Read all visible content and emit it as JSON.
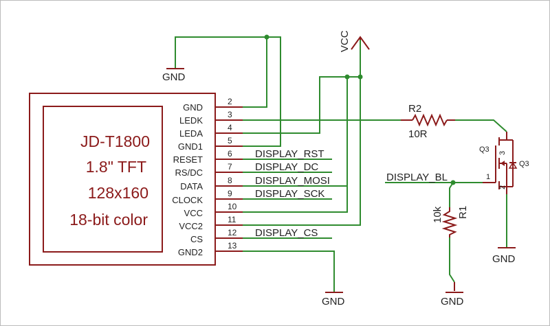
{
  "display_module": {
    "lines": [
      "JD-T1800",
      "1.8\" TFT",
      "128x160",
      "18-bit color"
    ],
    "pins": [
      {
        "num": "2",
        "name": "GND"
      },
      {
        "num": "3",
        "name": "LEDK"
      },
      {
        "num": "4",
        "name": "LEDA"
      },
      {
        "num": "5",
        "name": "GND1"
      },
      {
        "num": "6",
        "name": "RESET"
      },
      {
        "num": "7",
        "name": "RS/DC"
      },
      {
        "num": "8",
        "name": "DATA"
      },
      {
        "num": "9",
        "name": "CLOCK"
      },
      {
        "num": "10",
        "name": "VCC"
      },
      {
        "num": "11",
        "name": "VCC2"
      },
      {
        "num": "12",
        "name": "CS"
      },
      {
        "num": "13",
        "name": "GND2"
      }
    ]
  },
  "nets": {
    "rst": "DISPLAY_RST",
    "dc": "DISPLAY_DC",
    "mosi": "DISPLAY_MOSI",
    "sck": "DISPLAY_SCK",
    "cs": "DISPLAY_CS",
    "bl": "DISPLAY_BL"
  },
  "power": {
    "vcc": "VCC",
    "gnd_top": "GND",
    "gnd_bottom": "GND",
    "gnd_r1": "GND",
    "gnd_q3": "GND"
  },
  "r2": {
    "name": "R2",
    "value": "10R"
  },
  "r1": {
    "name": "R1",
    "value": "10k"
  },
  "q3": {
    "name_left": "Q3",
    "name_right": "Q3",
    "pin1": "1",
    "pin2": "2",
    "pin3": "3"
  }
}
